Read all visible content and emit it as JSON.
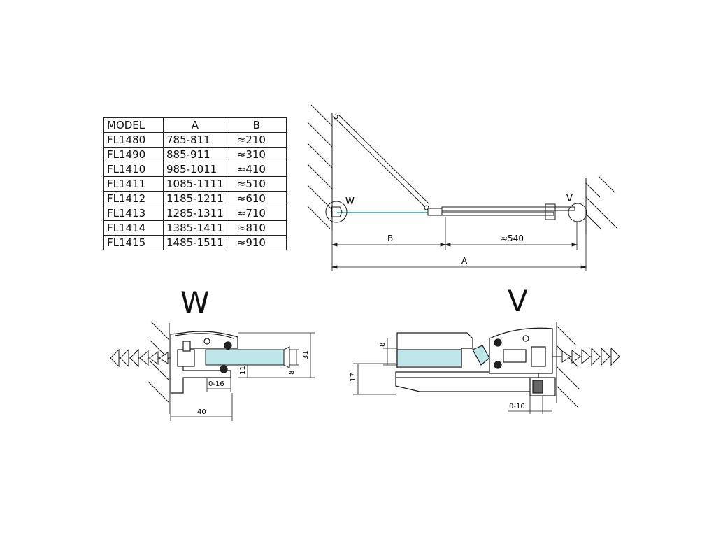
{
  "table": {
    "headers": [
      "MODEL",
      "A",
      "B"
    ],
    "rows": [
      {
        "model": "FL1480",
        "a": "785-811",
        "b": "≈210"
      },
      {
        "model": "FL1490",
        "a": "885-911",
        "b": "≈310"
      },
      {
        "model": "FL1410",
        "a": "985-1011",
        "b": "≈410"
      },
      {
        "model": "FL1411",
        "a": "1085-1111",
        "b": "≈510"
      },
      {
        "model": "FL1412",
        "a": "1185-1211",
        "b": "≈610"
      },
      {
        "model": "FL1413",
        "a": "1285-1311",
        "b": "≈710"
      },
      {
        "model": "FL1414",
        "a": "1385-1411",
        "b": "≈810"
      },
      {
        "model": "FL1415",
        "a": "1485-1511",
        "b": "≈910"
      }
    ]
  },
  "plan": {
    "marker_w": "W",
    "marker_v": "V",
    "dim_b": "B",
    "dim_540": "≈540",
    "dim_a": "A"
  },
  "detail_w": {
    "title": "W",
    "dim_31": "31",
    "dim_8": "8",
    "dim_11": "11",
    "dim_0_16": "0-16",
    "dim_40": "40"
  },
  "detail_v": {
    "title": "V",
    "dim_8": "8",
    "dim_17": "17",
    "dim_0_10": "0-10"
  },
  "colors": {
    "line": "#1a1a1a",
    "glass": "#bfe7ea",
    "profile_fill": "#ffffff",
    "dark": "#222222"
  }
}
